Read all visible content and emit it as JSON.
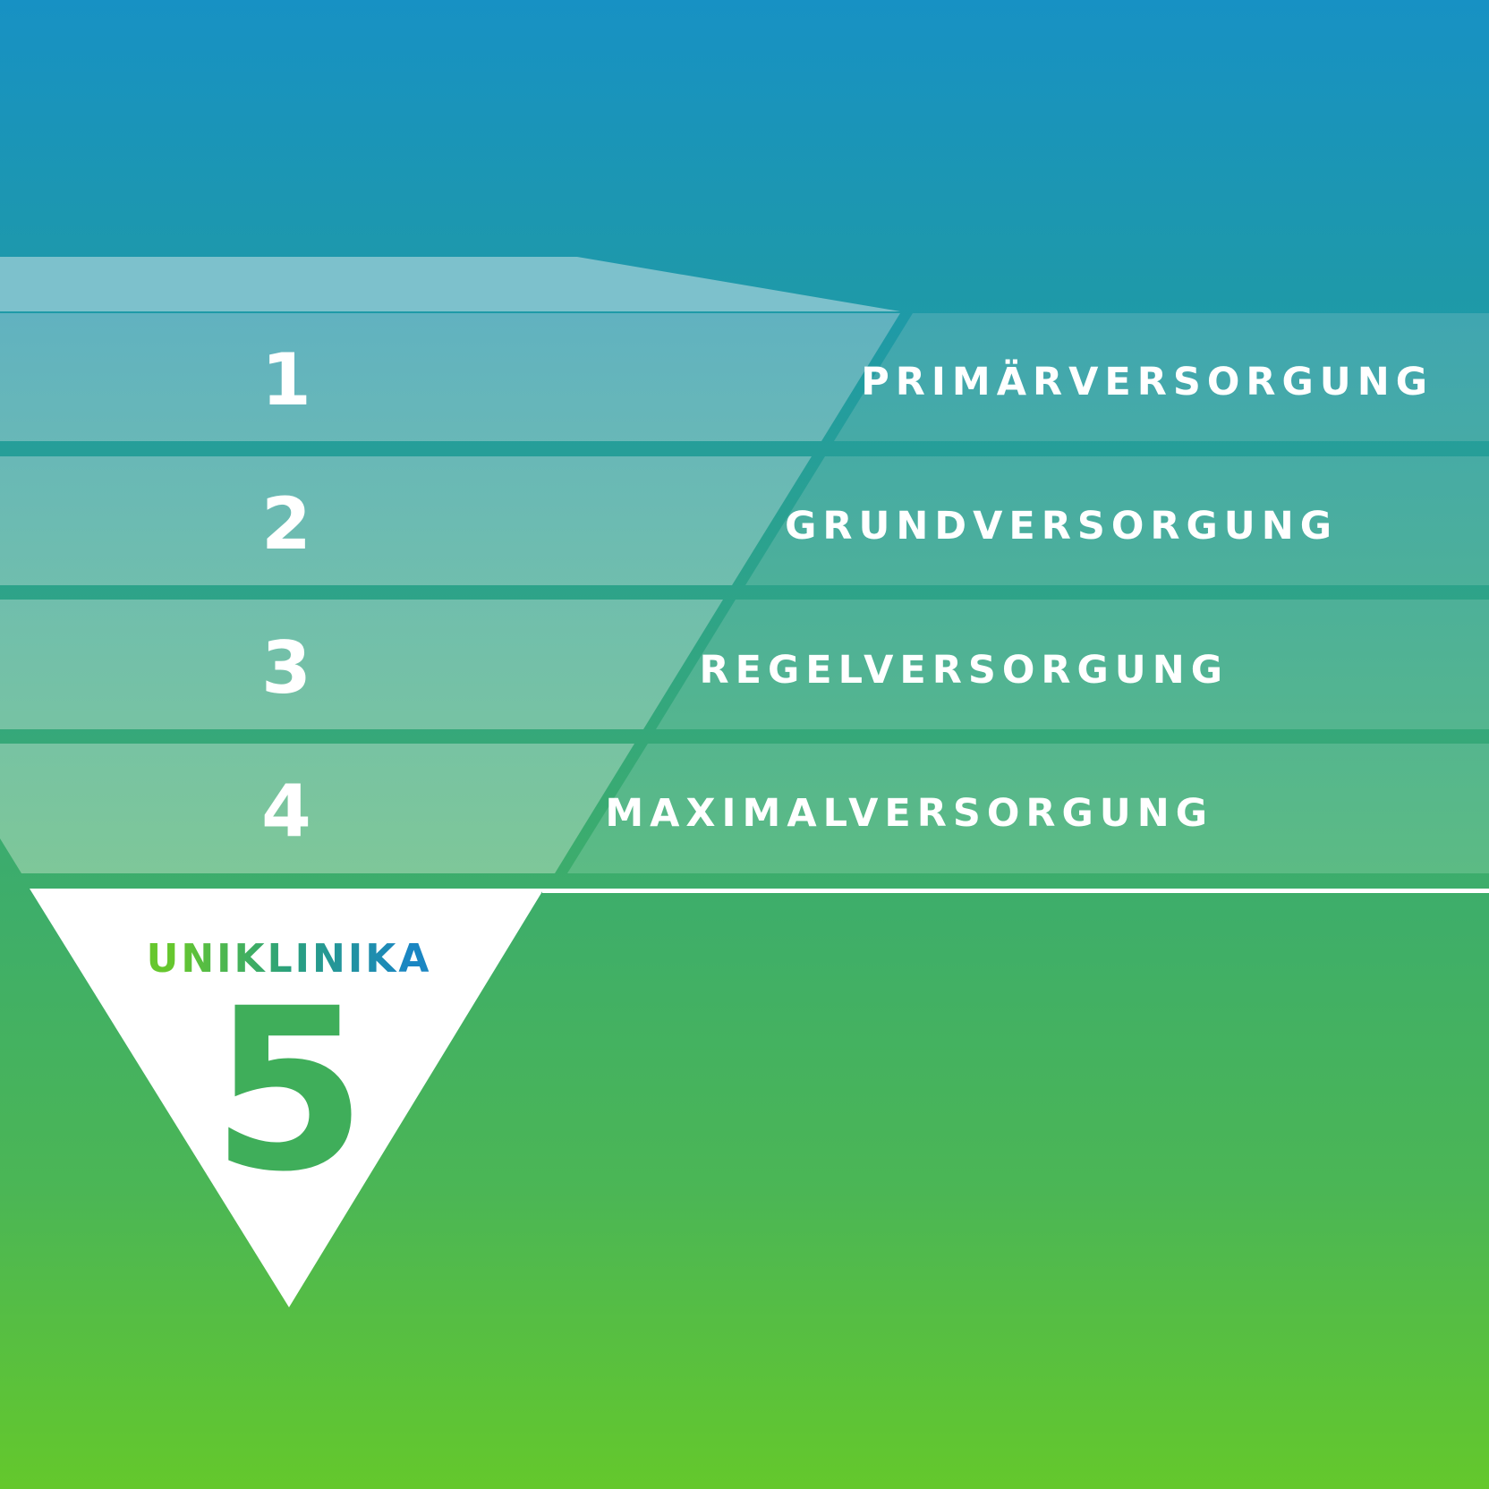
{
  "colors": {
    "bg_top": "#1790c4",
    "bg_mid": "#259f9c",
    "bg_bottom": "#64c82c",
    "separator": "#2fa683",
    "white": "#ffffff",
    "five_digit": "#3fae5a",
    "brand_gradient": [
      "#66c72e",
      "#2aa07e",
      "#1a86c2"
    ]
  },
  "levels": [
    {
      "number": "1",
      "label": "PRIMÄRVERSORGUNG"
    },
    {
      "number": "2",
      "label": "GRUNDVERSORGUNG"
    },
    {
      "number": "3",
      "label": "REGELVERSORGUNG"
    },
    {
      "number": "4",
      "label": "MAXIMALVERSORGUNG"
    }
  ],
  "highlight": {
    "brand": "UNIKLINIKA",
    "number": "5"
  }
}
